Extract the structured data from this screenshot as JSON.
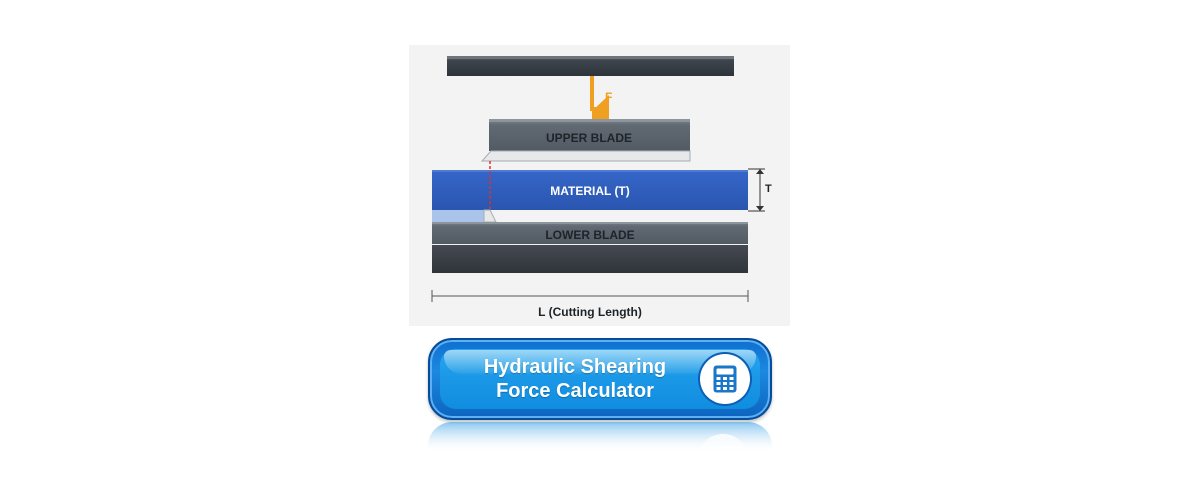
{
  "diagram": {
    "force_label": "F",
    "upper_blade_label": "UPPER BLADE",
    "material_label": "MATERIAL (T)",
    "lower_blade_label": "LOWER BLADE",
    "thickness_label": "T",
    "length_label": "L (Cutting Length)",
    "colors": {
      "force_arrow": "#f0a020",
      "material": "#2d5fc0",
      "blade": "#5c6670",
      "base": "#3a3f47",
      "cut_line": "#e0302a"
    }
  },
  "button": {
    "label_line1": "Hydraulic Shearing",
    "label_line2": "Force Calculator",
    "icon": "calculator-icon",
    "color": "#1a97e6"
  }
}
